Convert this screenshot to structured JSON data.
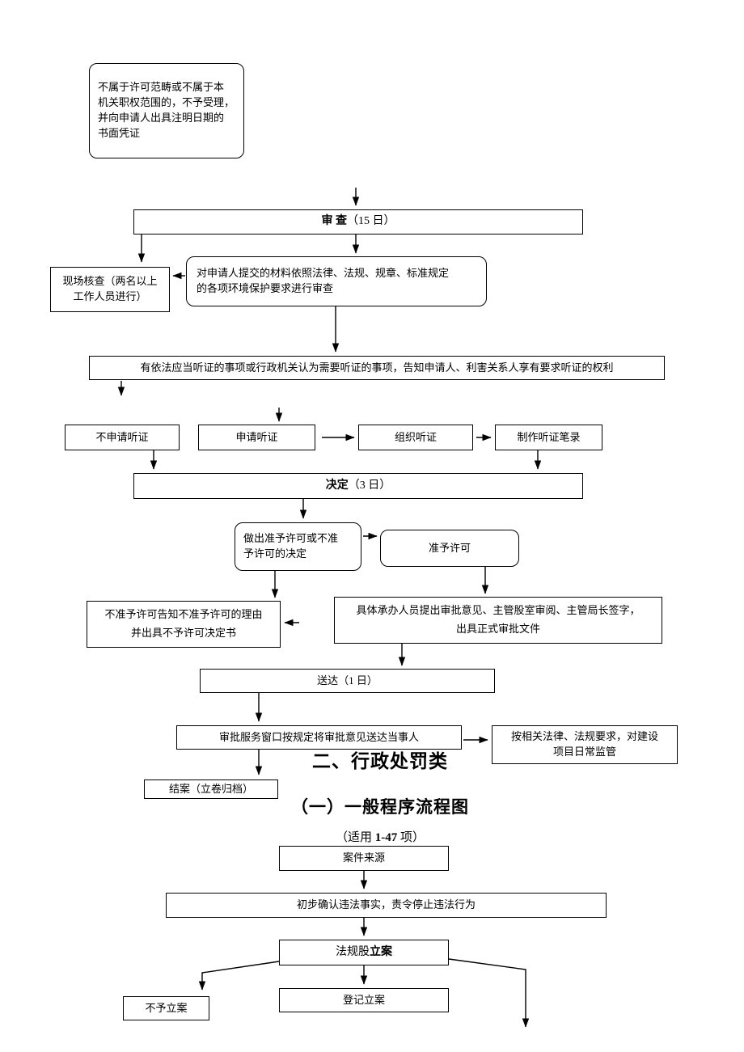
{
  "nodes": {
    "reject_notice": {
      "lines": [
        "不属于许可范畴或不属于本",
        "机关职权范围的，不予受理，",
        "并向申请人出具注明日期的",
        "书面凭证"
      ]
    },
    "review": {
      "bold": "审  查",
      "rest": "（15 日）"
    },
    "site_check": {
      "lines": [
        "现场核查（两名以上",
        "工作人员进行）"
      ]
    },
    "material_review": {
      "lines": [
        "对申请人提交的材料依照法律、法规、规章、标准规定",
        "的各项环境保护要求进行审查"
      ]
    },
    "hearing_notice": {
      "label": "有依法应当听证的事项或行政机关认为需要听证的事项，告知申请人、利害关系人享有要求听证的权利"
    },
    "no_hearing": {
      "label": "不申请听证"
    },
    "apply_hearing": {
      "label": "申请听证"
    },
    "organize_hearing": {
      "label": "组织听证"
    },
    "hearing_record": {
      "label": "制作听证笔录"
    },
    "decision": {
      "bold": "决定",
      "rest": "（3 日）"
    },
    "make_decision": {
      "lines": [
        "做出准予许可或不准",
        "予许可的决定"
      ]
    },
    "grant": {
      "label": "准予许可"
    },
    "deny": {
      "lines": [
        "不准予许可告知不准予许可的理由",
        "并出具不予许可决定书"
      ]
    },
    "issue_document": {
      "lines": [
        "具体承办人员提出审批意见、主管股室审阅、主管局长签字，",
        "出具正式审批文件"
      ]
    },
    "delivery": {
      "label": "送达（1 日）"
    },
    "service_window": {
      "label": "审批服务窗口按规定将审批意见送达当事人"
    },
    "supervision": {
      "lines": [
        "按相关法律、法规要求，对建设",
        "项目日常监管"
      ]
    },
    "close_case": {
      "label": "结案（立卷归档）"
    },
    "case_source": {
      "label": "案件来源"
    },
    "confirm_violation": {
      "label": "初步确认违法事实，责令停止违法行为"
    },
    "file_case": {
      "normal": "法规股",
      "bold": "立案"
    },
    "no_file": {
      "label": "不予立案"
    },
    "register_case": {
      "label": "登记立案"
    }
  },
  "titles": {
    "section2": "二、行政处罚类",
    "subsection1": "（一）一般程序流程图",
    "scope_prefix": "（适用 ",
    "scope_bold": "1-47",
    "scope_suffix": " 项）"
  }
}
